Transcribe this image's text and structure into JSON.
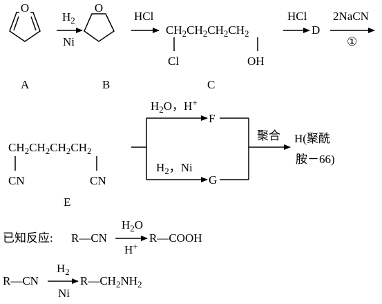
{
  "reaction_scheme": {
    "row1": {
      "step1": {
        "top": "H",
        "top_sub": "2",
        "bottom": "Ni"
      },
      "step2": {
        "top": "HCl"
      },
      "compound_C": {
        "ch2_1": "CH",
        "ch2_1_sub": "2",
        "ch2_2": "CH",
        "ch2_2_sub": "2",
        "ch2_3": "CH",
        "ch2_3_sub": "2",
        "ch2_4": "CH",
        "ch2_4_sub": "2",
        "cl": "Cl",
        "oh": "OH"
      },
      "step3": {
        "top": "HCl"
      },
      "compound_D": "D",
      "step4": {
        "top": "2NaCN",
        "bottom": "①"
      }
    },
    "labels": {
      "A": "A",
      "B": "B",
      "C": "C",
      "E": "E"
    },
    "compound_E": {
      "ch2_1": "CH",
      "ch2_1_sub": "2",
      "ch2_2": "CH",
      "ch2_2_sub": "2",
      "ch2_3": "CH",
      "ch2_3_sub": "2",
      "ch2_4": "CH",
      "ch2_4_sub": "2",
      "cn_left": "CN",
      "cn_right": "CN"
    },
    "branch_F": {
      "reagent_h": "H",
      "reagent_sub": "2",
      "reagent_rest": "O，H",
      "reagent_sup": "+",
      "product": "F"
    },
    "branch_G": {
      "reagent_h": "H",
      "reagent_sub": "2",
      "reagent_rest": "，Ni",
      "product": "G"
    },
    "polymerization": {
      "label": "聚合",
      "product_line1": "H(聚酰",
      "product_line2": "胺－66)"
    }
  },
  "known_reactions": {
    "prefix": "已知反应:",
    "reaction1": {
      "reactant": "R—CN",
      "top_h": "H",
      "top_sub": "2",
      "top_o": "O",
      "bottom_h": "H",
      "bottom_sup": "+",
      "product": "R—COOH"
    },
    "reaction2": {
      "reactant": "R—CN",
      "top_h": "H",
      "top_sub": "2",
      "bottom": "Ni",
      "product": "R—CH",
      "product_sub": "2",
      "product_end": "NH",
      "product_end_sub": "2"
    }
  }
}
